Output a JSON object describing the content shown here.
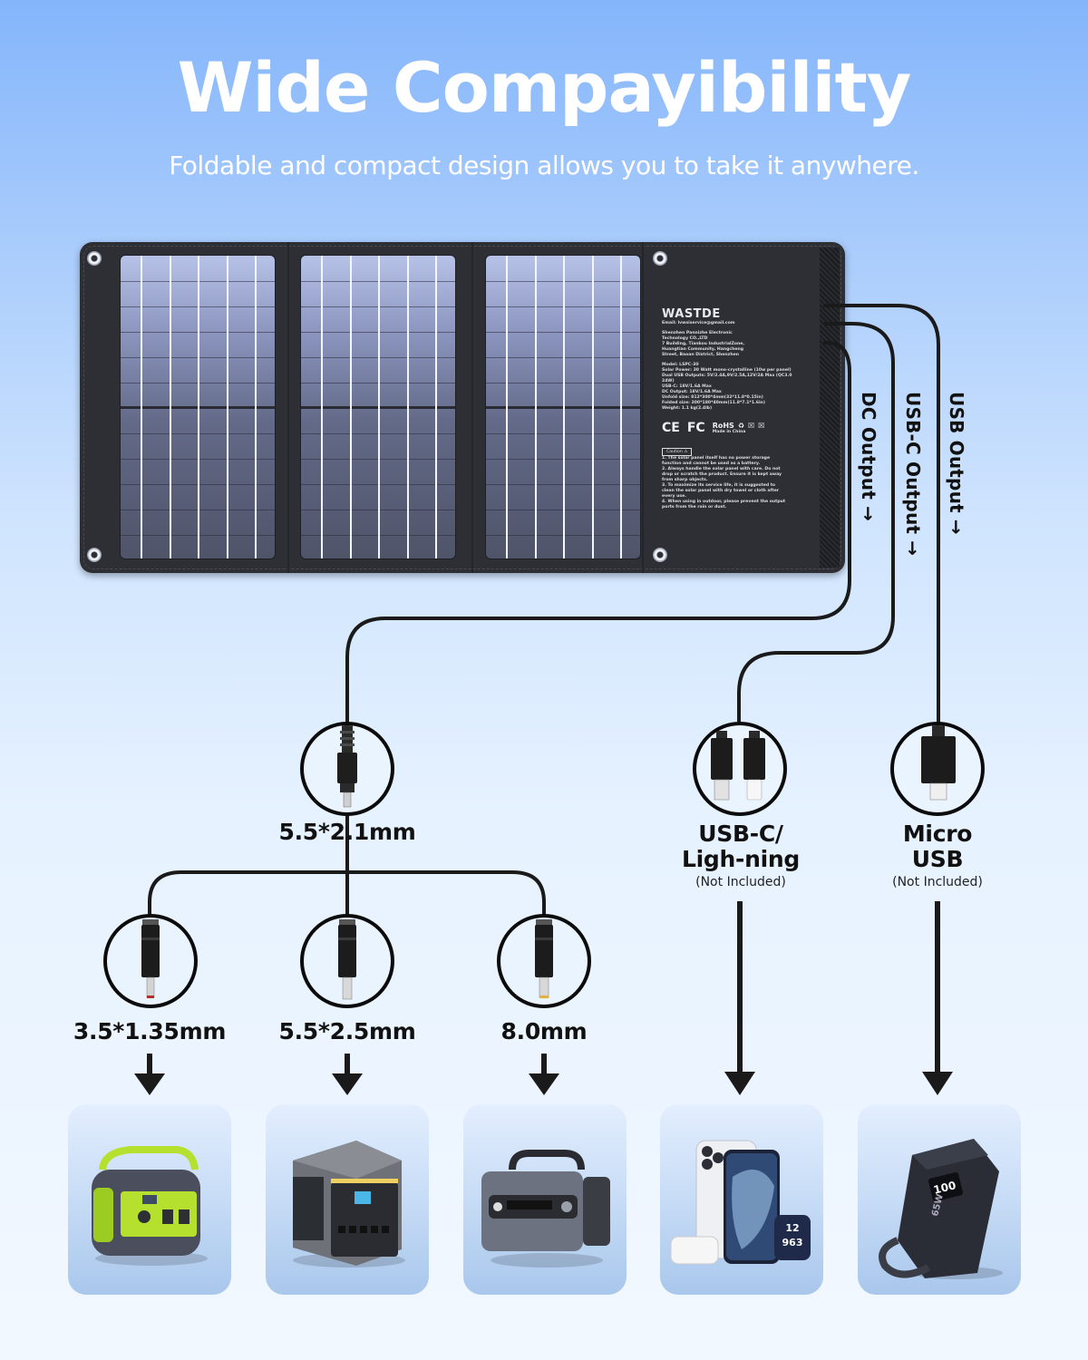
{
  "header": {
    "title": "Wide Compayibility",
    "subtitle": "Foldable and compact design allows you to take it anywhere."
  },
  "panel": {
    "brand": "WASTDE",
    "email": "Email: lvwsiservice@gmail.com",
    "company_lines": [
      "Shenzhen Pannizhe Electronic",
      "Technology CO.,LTD",
      "7 Building, Tiankou IndustrialZone,",
      "Huangtian Community, Hangcheng",
      "Street, Baoan District, Shenzhen"
    ],
    "specs": [
      "Model:  LSPC-30",
      "Solar Power:  30 Watt mono-crystalline (10w per panel)",
      "Dual USB Outputs:  5V/2.4A,9V/2.5A,12V/2A Max (QC3.0 24W)",
      "USB-C:  18V/1.6A Max",
      "DC Output:  18V/1.6A Max",
      "Unfold size:  812*300*4mm(32*11.8*0.15in)",
      "Folded size:  300*180*40mm(11.8*7.1*1.6in)",
      "Weight:  1.1 kg(2.4lb)"
    ],
    "certifications": [
      "CE",
      "FC",
      "RoHS",
      "♻",
      "☒",
      "☒"
    ],
    "made_in": "Made in China",
    "caution_label": "Caution ⚠",
    "caution_lines": [
      "1. The solar panel itself has no power storage function and cannot be used as a battery.",
      "2. Always handle the solar panel with care. Do not drop or scratch the product. Ensure it is kept away from sharp objects.",
      "3. To maximize its service life, it is suggested to clean the solar panel with dry towel or cloth after every use.",
      "4. When using in outdoor, please prevent the output ports from the rain or dust."
    ]
  },
  "outputs": [
    {
      "label": "DC Output →"
    },
    {
      "label": "USB-C Output →"
    },
    {
      "label": "USB Output →"
    }
  ],
  "connectors": {
    "dc_main": {
      "label": "5.5*2.1mm",
      "icon": "dc-barrel-plug-icon"
    },
    "dc_tips": [
      {
        "label": "3.5*1.35mm",
        "icon": "dc-tip-plug-icon",
        "tip_color": "#b0302a"
      },
      {
        "label": "5.5*2.5mm",
        "icon": "dc-tip-plug-icon",
        "tip_color": "#c8c8c8"
      },
      {
        "label": "8.0mm",
        "icon": "dc-tip-plug-icon",
        "tip_color": "#e0b040"
      }
    ],
    "usbc": {
      "label_line1": "USB-C/",
      "label_line2": "Ligh-ning",
      "note": "(Not Included)",
      "icon": "usbc-lightning-plug-icon"
    },
    "micro": {
      "label_line1": "Micro",
      "label_line2": "USB",
      "note": "(Not Included)",
      "icon": "micro-usb-plug-icon"
    }
  },
  "devices": [
    {
      "name": "power-station-green",
      "icon": "power-station-icon",
      "accent": "#b5e02e"
    },
    {
      "name": "power-station-dark",
      "icon": "power-station-icon",
      "accent": "#f0d060"
    },
    {
      "name": "power-station-grey",
      "icon": "power-station-icon",
      "accent": "#8a8f99"
    },
    {
      "name": "phone-earbuds-watch",
      "icon": "smartphone-icon",
      "watch_face": "12 9 6 3"
    },
    {
      "name": "power-bank",
      "icon": "power-bank-icon",
      "screen_text": "100",
      "side_text": "65W"
    }
  ],
  "colors": {
    "wire": "#1a1a1a",
    "panel": "#2e2f34",
    "background_top": "#84b5fb",
    "background_bottom": "#f2f8ff"
  }
}
